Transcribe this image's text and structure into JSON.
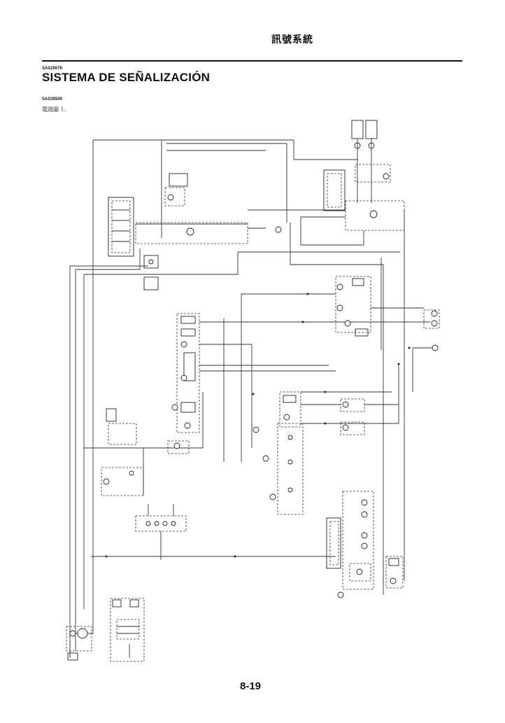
{
  "header": {
    "section": "訊號系統"
  },
  "doc": {
    "code1": "SAS20076",
    "title": "SISTEMA DE SEÑALIZACIÓN",
    "code2": "SAS30500",
    "subtitle": "電路圖 1."
  },
  "footer": {
    "page_number": "8-19"
  }
}
